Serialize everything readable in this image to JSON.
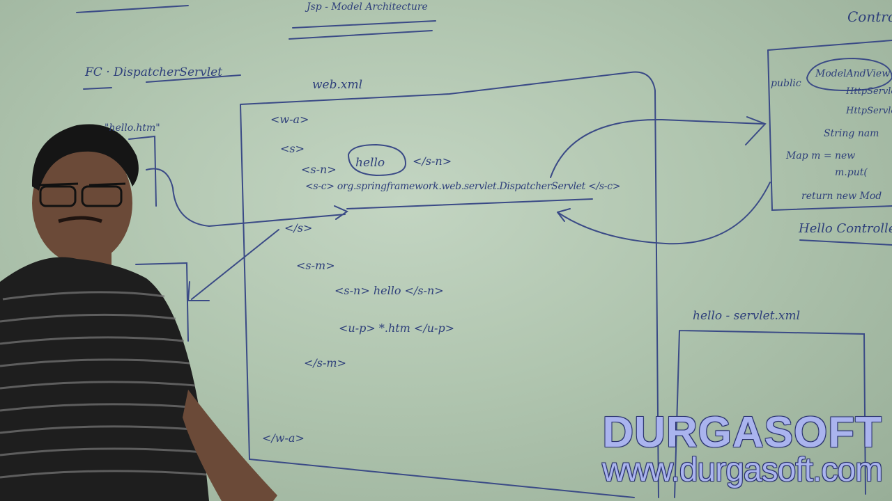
{
  "board": {
    "top_title": "Jsp - Model Architecture",
    "fc_note": "FC · DispatcherServlet",
    "request_note": "\"hello.htm\"",
    "file_label": "web.xml",
    "xml_lines": [
      "<w-a>",
      "<s>",
      "<s-n>",
      "hello",
      "</s-n>",
      "<s-c> org.springframework.web.servlet.DispatcherServlet </s-c>",
      "</s>",
      "<s-m>",
      "<s-n> hello </s-n>",
      "<u-p> *.htm </u-p>",
      "</s-m>",
      "</w-a>"
    ],
    "controller_heading": "Controller",
    "controller_lines": [
      "public",
      "ModelAndView",
      "HttpServlet",
      "HttpServlet",
      "String nam",
      "Map m = new",
      "m.put(",
      "return new Mod"
    ],
    "controller_name": "Hello Controller",
    "servlet_label": "hello - servlet.xml"
  },
  "watermark": {
    "name": "DURGASOFT",
    "url": "www.durgasoft.com"
  }
}
